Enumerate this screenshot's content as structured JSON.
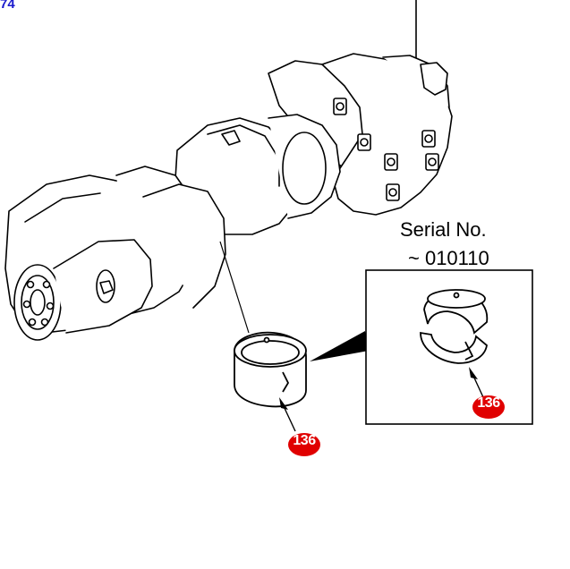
{
  "page_ref": "74",
  "serial": {
    "title": "Serial No.",
    "range": "~ 010110"
  },
  "callouts": [
    {
      "label": "136"
    },
    {
      "label": "136"
    }
  ]
}
